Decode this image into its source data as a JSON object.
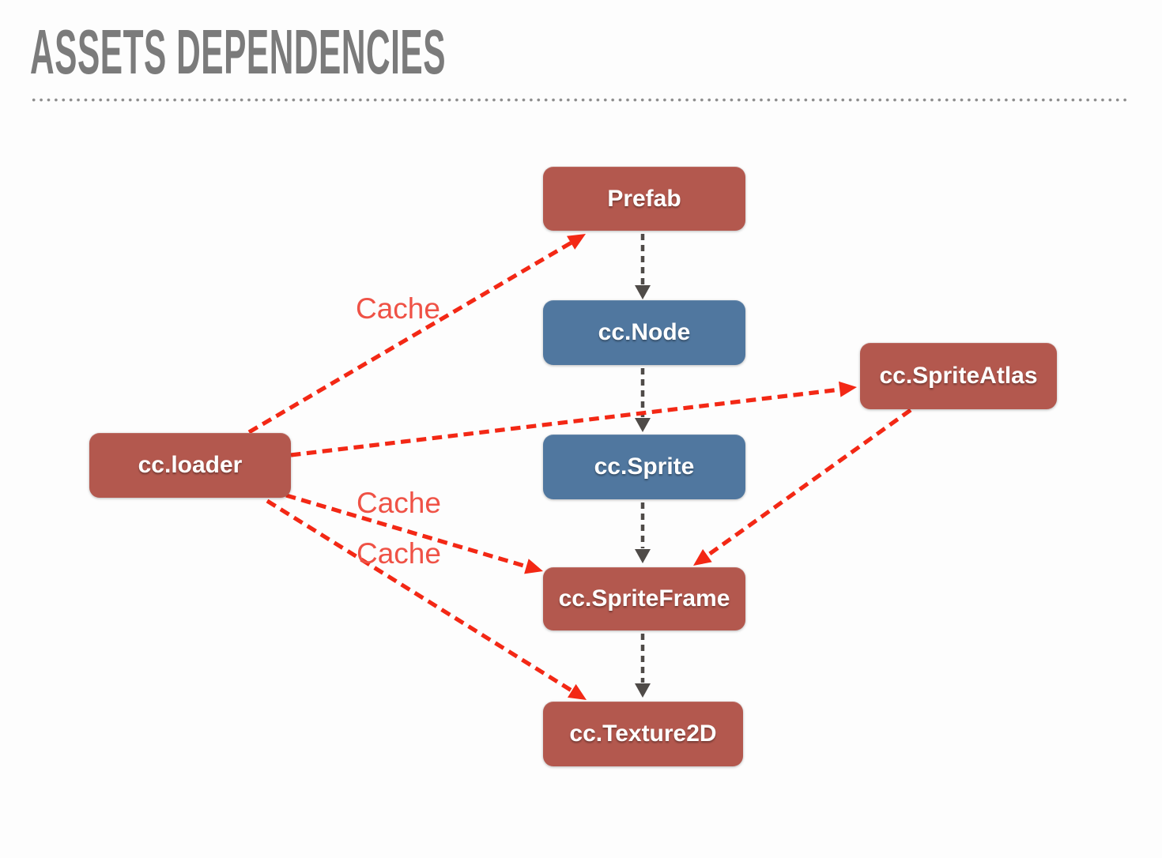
{
  "title": "ASSETS DEPENDENCIES",
  "nodes": {
    "prefab": {
      "label": "Prefab",
      "kind": "asset"
    },
    "node": {
      "label": "cc.Node",
      "kind": "component"
    },
    "sprite": {
      "label": "cc.Sprite",
      "kind": "component"
    },
    "spriteframe": {
      "label": "cc.SpriteFrame",
      "kind": "asset"
    },
    "texture2d": {
      "label": "cc.Texture2D",
      "kind": "asset"
    },
    "loader": {
      "label": "cc.loader",
      "kind": "asset"
    },
    "spriteatlas": {
      "label": "cc.SpriteAtlas",
      "kind": "asset"
    }
  },
  "edge_labels": {
    "loader_prefab": "Cache",
    "loader_spriteframe": "Cache",
    "loader_texture2d": "Cache"
  },
  "edges": [
    {
      "from": "prefab",
      "to": "node",
      "style": "dependency"
    },
    {
      "from": "node",
      "to": "sprite",
      "style": "dependency"
    },
    {
      "from": "sprite",
      "to": "spriteframe",
      "style": "dependency"
    },
    {
      "from": "spriteframe",
      "to": "texture2d",
      "style": "dependency"
    },
    {
      "from": "loader",
      "to": "prefab",
      "style": "cache",
      "label": "Cache"
    },
    {
      "from": "loader",
      "to": "spriteatlas",
      "style": "cache"
    },
    {
      "from": "loader",
      "to": "spriteframe",
      "style": "cache",
      "label": "Cache"
    },
    {
      "from": "loader",
      "to": "texture2d",
      "style": "cache",
      "label": "Cache"
    },
    {
      "from": "spriteatlas",
      "to": "spriteframe",
      "style": "cache"
    }
  ],
  "colors": {
    "asset_box": "#b3584e",
    "component_box": "#50779f",
    "box_text": "#ffffff",
    "dependency_arrow": "#4f4b48",
    "cache_arrow": "#f32815",
    "cache_label": "#ef5246",
    "title_text": "#7b7b7b",
    "separator_dots": "#8d8d8d",
    "background": "#fdfdfd"
  }
}
